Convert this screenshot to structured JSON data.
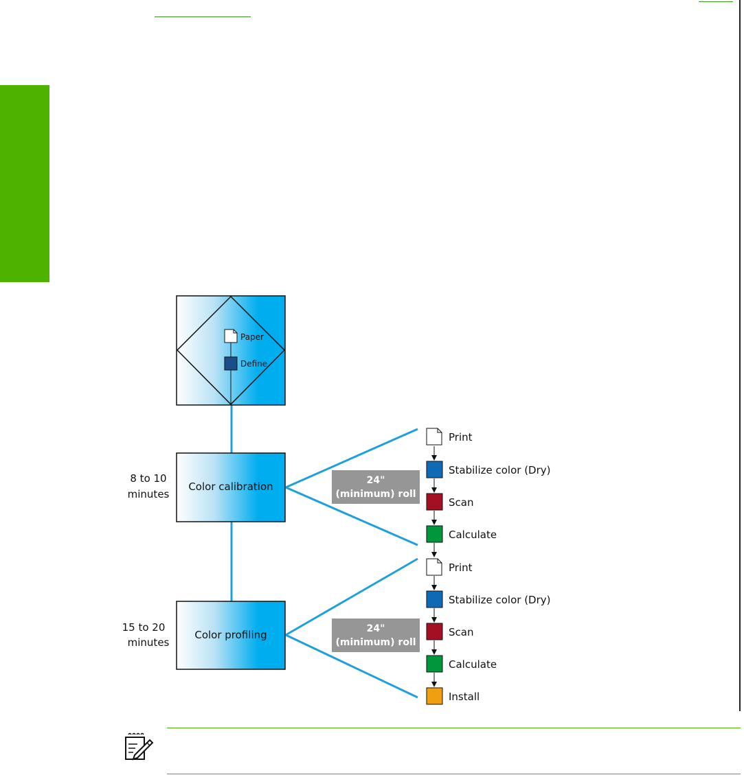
{
  "decision": {
    "items": [
      {
        "icon": "paper-icon",
        "label": "Paper"
      },
      {
        "icon": "define-icon",
        "label": "Define"
      }
    ]
  },
  "calibration": {
    "label": "Color calibration",
    "time": [
      "8 to 10",
      "minutes"
    ],
    "roll": [
      "24\"",
      "(minimum) roll"
    ],
    "steps": [
      {
        "label": "Print",
        "color": "#ffffff",
        "icon": "page-icon"
      },
      {
        "label": "Stabilize color (Dry)",
        "color": "#0f69b4"
      },
      {
        "label": "Scan",
        "color": "#a50f23"
      },
      {
        "label": "Calculate",
        "color": "#00963c"
      }
    ]
  },
  "profiling": {
    "label": "Color profiling",
    "time": [
      "15 to 20",
      "minutes"
    ],
    "roll": [
      "24\"",
      "(minimum) roll"
    ],
    "steps": [
      {
        "label": "Print",
        "color": "#ffffff",
        "icon": "page-icon"
      },
      {
        "label": "Stabilize color (Dry)",
        "color": "#0f69b4"
      },
      {
        "label": "Scan",
        "color": "#a50f23"
      },
      {
        "label": "Calculate",
        "color": "#00963c"
      },
      {
        "label": "Install",
        "color": "#f0a00f"
      }
    ]
  },
  "colors": {
    "accent_green": "#4db300",
    "connector_blue": "#1ea0dc",
    "box_gradient_start": "#ffffff",
    "box_gradient_end": "#00aeef",
    "roll_badge": "#969696"
  },
  "note": {
    "icon": "note-pad-icon"
  }
}
